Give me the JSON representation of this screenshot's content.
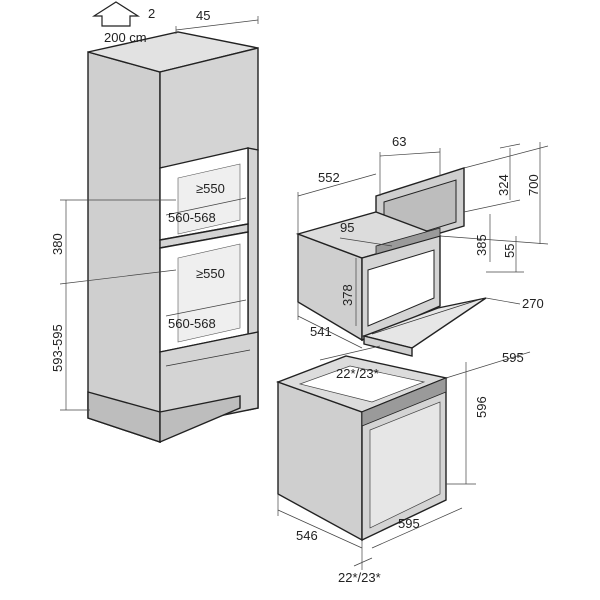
{
  "cabinet": {
    "arrow_label": "2",
    "air_label": "200 cm",
    "top_depth": "45",
    "niche_upper_w": "≥550",
    "niche_upper_width": "560-568",
    "niche_lower_w": "≥550",
    "niche_lower_width": "560-568",
    "height_upper": "380",
    "height_lower": "593-595"
  },
  "drawer_unit": {
    "top_63": "63",
    "width_552": "552",
    "dim_324": "324",
    "dim_700": "700",
    "dim_95": "95",
    "dim_385": "385",
    "dim_55": "55",
    "dim_378": "378",
    "dim_270": "270",
    "dim_541": "541"
  },
  "oven": {
    "side_gap": "22*/23*",
    "depth_595": "595",
    "height_596": "596",
    "width_546": "546",
    "width_595": "595",
    "bottom_gap": "22*/23*"
  },
  "colors": {
    "panel": "#cfcfcf",
    "panel_dark": "#a9a9a9",
    "panel_light": "#e6e6e6",
    "line": "#222222"
  }
}
